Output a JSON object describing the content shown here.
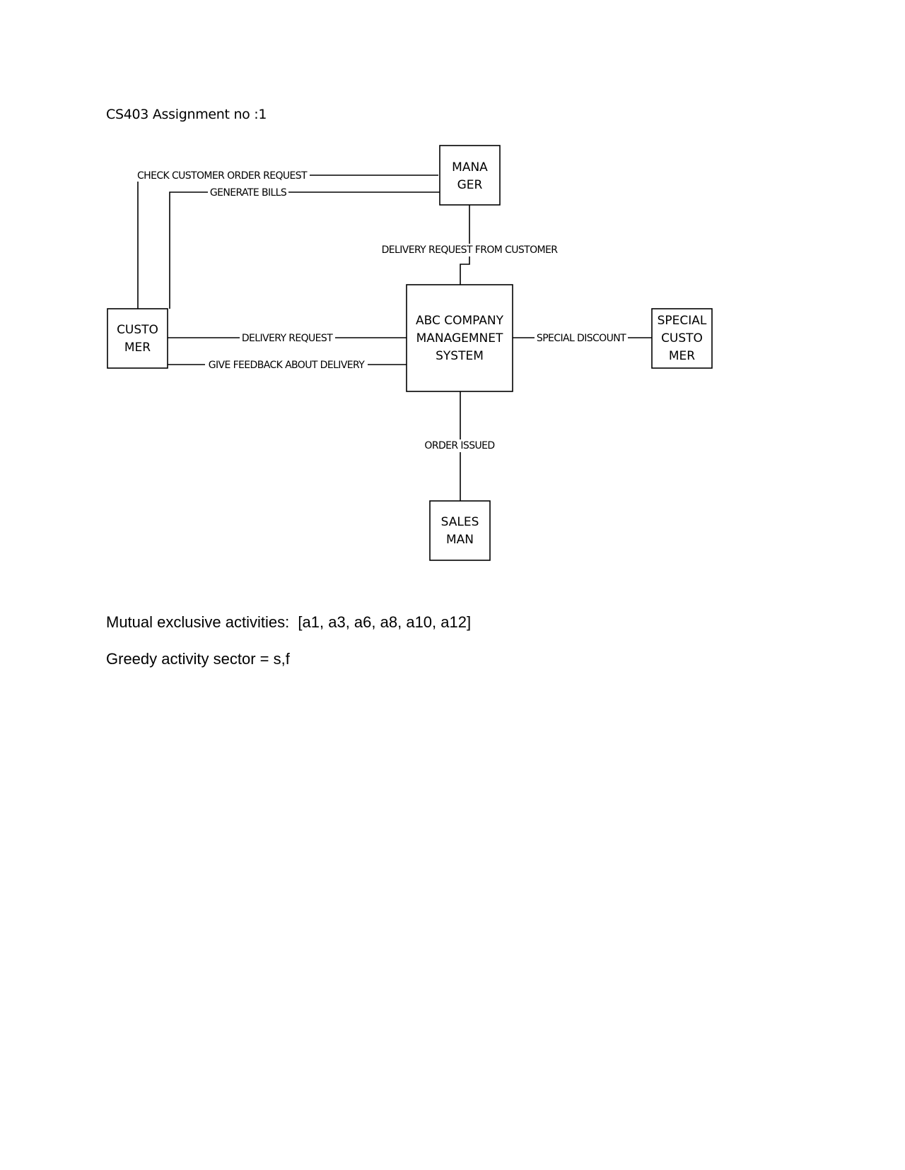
{
  "document": {
    "heading": "CS403 Assignment no :1",
    "paragraphs": [
      "Mutual exclusive activities:  [a1, a3, a6, a8, a10, a12]",
      "Greedy activity sector = s,f"
    ]
  },
  "diagram": {
    "entities": {
      "manager": [
        "MANA",
        "GER"
      ],
      "system": [
        "ABC COMPANY",
        "MANAGEMNET",
        "SYSTEM"
      ],
      "customer": [
        "CUSTO",
        "MER"
      ],
      "special_customer": [
        "SPECIAL",
        "CUSTO",
        "MER"
      ],
      "salesman": [
        "SALES",
        "MAN"
      ]
    },
    "flows": {
      "check_order": "CHECK CUSTOMER ORDER REQUEST",
      "generate_bills": "GENERATE BILLS",
      "delivery_request_from_customer": "DELIVERY REQUEST FROM CUSTOMER",
      "delivery_request": "DELIVERY REQUEST",
      "give_feedback": "GIVE FEEDBACK ABOUT DELIVERY",
      "special_discount": "SPECIAL DISCOUNT",
      "order_issued": "ORDER ISSUED"
    }
  }
}
